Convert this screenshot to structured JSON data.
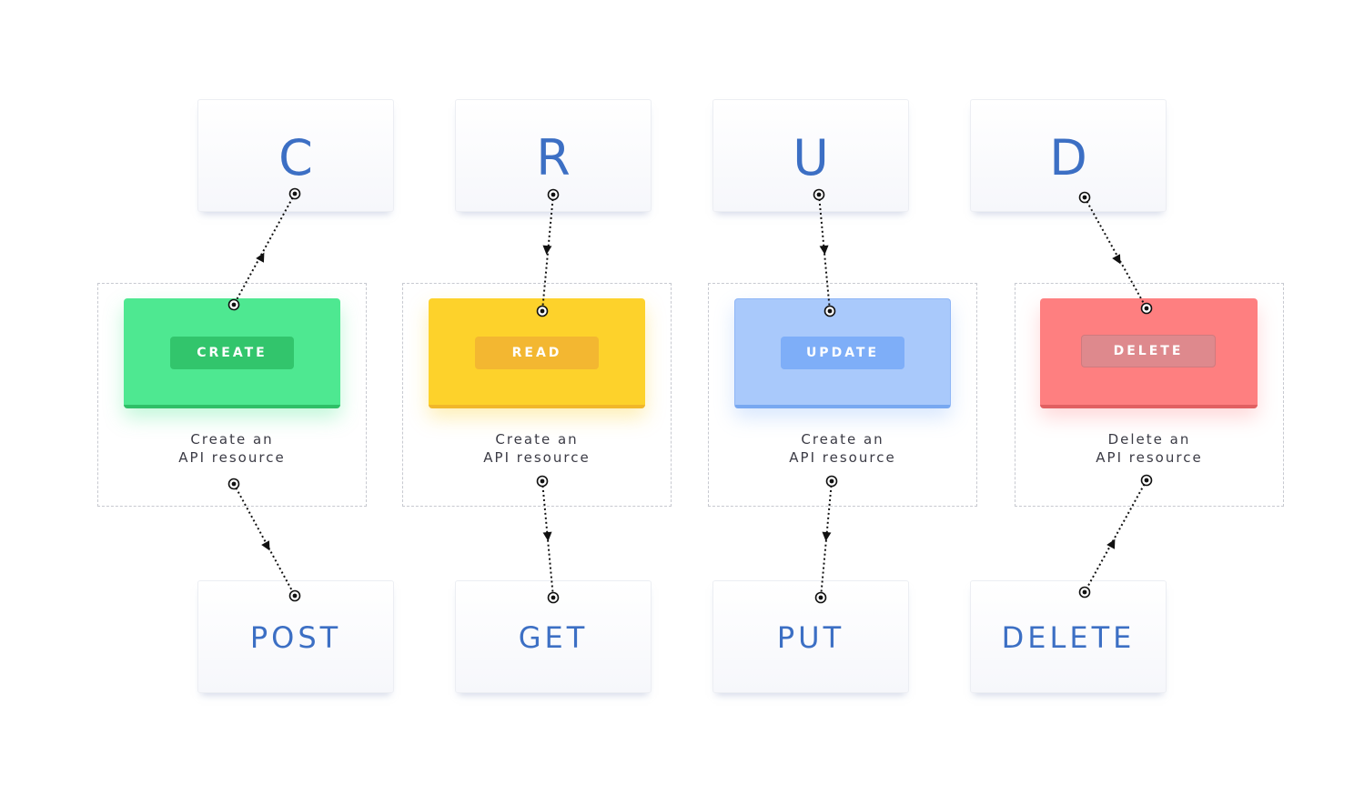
{
  "columns": [
    {
      "letter": "C",
      "action": "CREATE",
      "desc1": "Create an",
      "desc2": "API resource",
      "method": "POST"
    },
    {
      "letter": "R",
      "action": "READ",
      "desc1": "Create an",
      "desc2": "API resource",
      "method": "GET"
    },
    {
      "letter": "U",
      "action": "UPDATE",
      "desc1": "Create an",
      "desc2": "API resource",
      "method": "PUT"
    },
    {
      "letter": "D",
      "action": "DELETE",
      "desc1": "Delete an",
      "desc2": "API resource",
      "method": "DELETE"
    }
  ],
  "colors": {
    "letter_text": "#3c6fc4",
    "create_card": "#4ee891",
    "create_pill": "#32c56c",
    "read_card": "#fdd22b",
    "read_pill": "#f3b731",
    "update_card": "#a9c9fb",
    "update_pill": "#7eaef8",
    "delete_card": "#fe7f80",
    "delete_pill": "#de898d"
  }
}
